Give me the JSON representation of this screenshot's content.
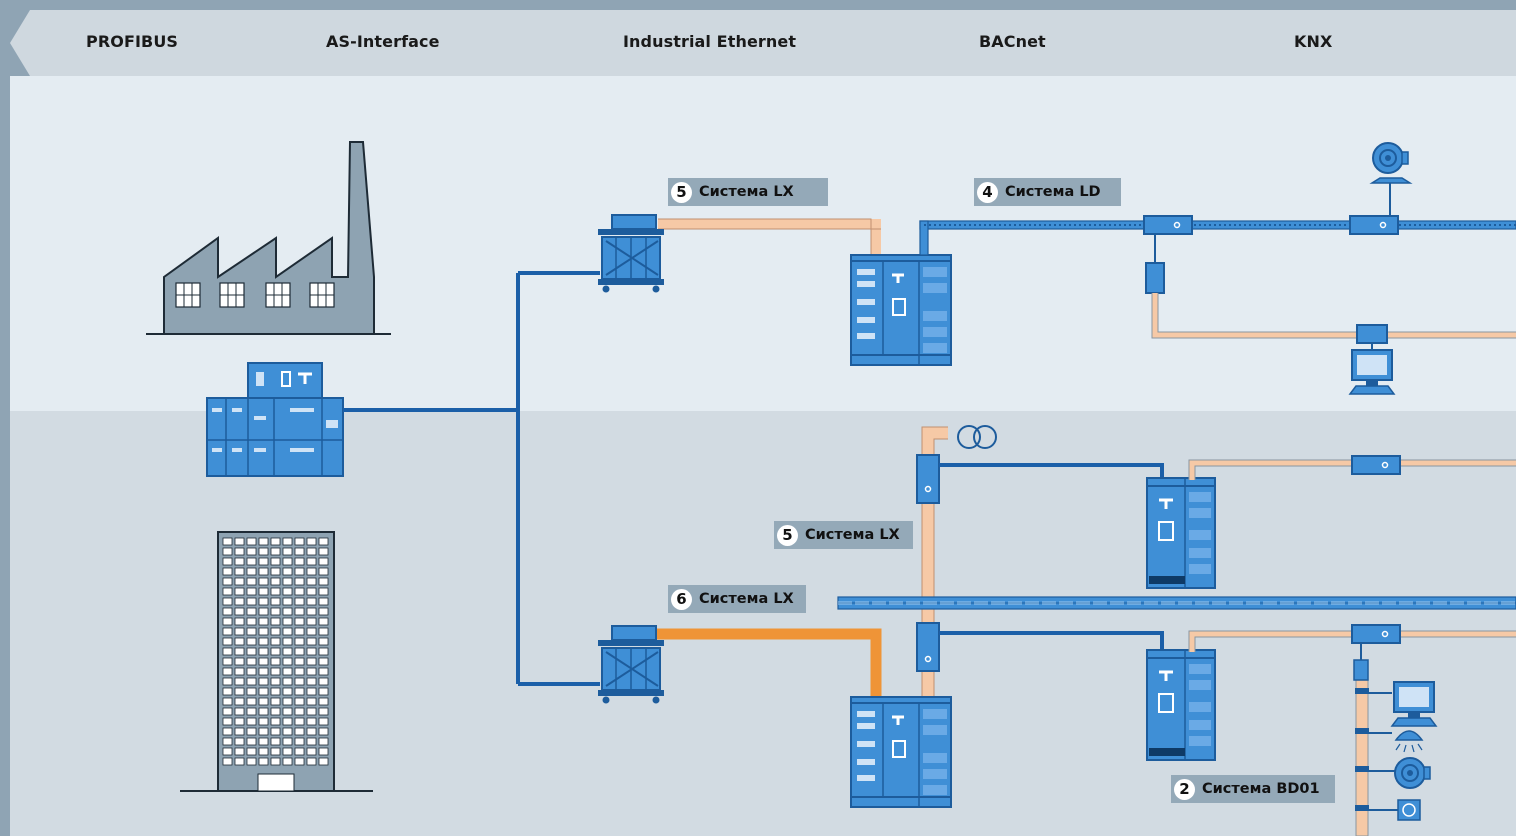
{
  "protocols": [
    "PROFIBUS",
    "AS-Interface",
    "Industrial Ethernet",
    "BACnet",
    "KNX"
  ],
  "labels": [
    {
      "num": "5",
      "text": "Система LX"
    },
    {
      "num": "4",
      "text": "Система LD"
    },
    {
      "num": "5",
      "text": "Система LX"
    },
    {
      "num": "6",
      "text": "Система LX"
    },
    {
      "num": "2",
      "text": "Система BD01"
    }
  ],
  "colors": {
    "frame": "#8fa4b4",
    "band": "#cfd8df",
    "upper_bg": "#e4ecf2",
    "lower_bg": "#d2dbe2",
    "equipment": "#3f8fd6",
    "equipment_dark": "#1d5c9c",
    "network_line": "#1b5fa8",
    "busway_light": "#f6c9a6",
    "busway_orange": "#ef9437",
    "building": "#8ea3b2",
    "label_bg": "#94a9b8"
  }
}
